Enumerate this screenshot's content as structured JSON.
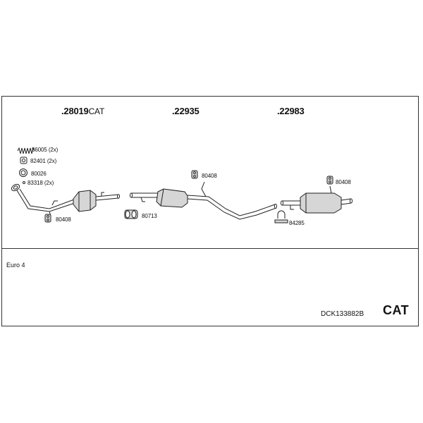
{
  "parts": {
    "front": {
      "number": "28019",
      "suffix": "CAT",
      "prefix": "."
    },
    "middle": {
      "number": "22935",
      "prefix": "."
    },
    "rear": {
      "number": "22983",
      "prefix": "."
    }
  },
  "accessories": [
    {
      "label": "86005 (2x)",
      "icon": "spring-icon"
    },
    {
      "label": "82401 (2x)",
      "icon": "clamp-icon"
    },
    {
      "label": "80026",
      "icon": "ring-gasket-icon"
    },
    {
      "label": "83318 (2x)",
      "icon": "small-ring-icon"
    },
    {
      "label": "80408",
      "icon": "rubber-mount-icon"
    },
    {
      "label": "80408",
      "icon": "rubber-mount-icon"
    },
    {
      "label": "80713",
      "icon": "clamp-sleeve-icon"
    },
    {
      "label": "80408",
      "icon": "rubber-mount-icon"
    },
    {
      "label": "84285",
      "icon": "u-bolt-clamp-icon"
    }
  ],
  "footer": {
    "emission": "Euro 4",
    "kit_code": "DCK133882B",
    "category": "CAT"
  },
  "colors": {
    "line": "#222222",
    "fill": "#d6d6d6",
    "background": "#ffffff"
  }
}
